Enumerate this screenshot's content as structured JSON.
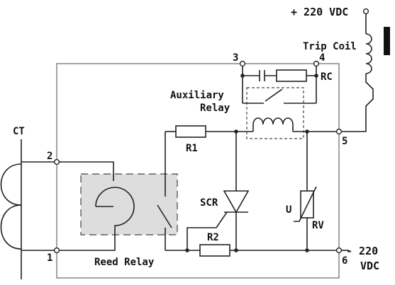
{
  "labels": {
    "supply_plus": "+ 220 VDC",
    "supply_minus_line1": "- 220",
    "supply_minus_line2": "VDC",
    "trip_coil": "Trip Coil",
    "ct": "CT",
    "auxiliary_relay_line1": "Auxiliary",
    "auxiliary_relay_line2": "Relay",
    "rc": "RC",
    "r1": "R1",
    "r2": "R2",
    "scr": "SCR",
    "rv": "RV",
    "u": "U",
    "reed_relay": "Reed Relay"
  },
  "terminals": {
    "t1": "1",
    "t2": "2",
    "t3": "3",
    "t4": "4",
    "t5": "5",
    "t6": "6"
  },
  "colors": {
    "line": "#222222",
    "reed_relay_fill": "#dddddd",
    "background": "#ffffff"
  }
}
